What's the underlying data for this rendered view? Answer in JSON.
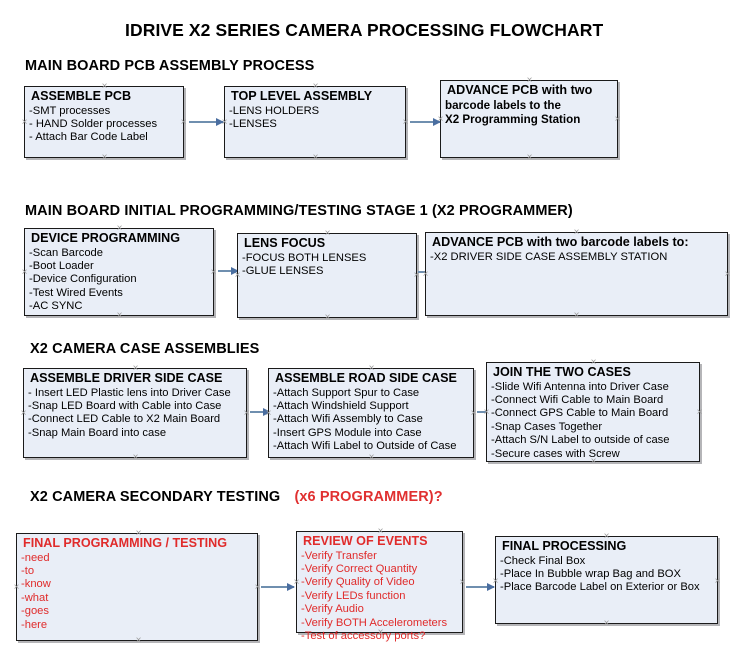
{
  "page": {
    "title": "IDRIVE X2  SERIES CAMERA PROCESSING FLOWCHART",
    "accent_color": "#e02b2b",
    "box_fill": "#e9eef7",
    "arrow_color": "#6f8faf"
  },
  "sections": [
    {
      "id": "main-board-pcb-assembly-process",
      "heading": "MAIN BOARD PCB ASSEMBLY PROCESS",
      "heading_accent": "",
      "boxes": [
        {
          "id": "assemble-pcb",
          "title": "ASSEMBLE PCB",
          "lines": [
            "-SMT processes",
            "- HAND Solder processes",
            "- Attach Bar Code Label"
          ]
        },
        {
          "id": "top-level-assembly",
          "title": "TOP LEVEL ASSEMBLY",
          "lines": [
            "-LENS HOLDERS",
            "-LENSES"
          ]
        },
        {
          "id": "advance-pcb-to-x2-programming-station",
          "title": "ADVANCE PCB with two",
          "lines": [
            "barcode labels to the",
            " X2 Programming Station"
          ]
        }
      ]
    },
    {
      "id": "main-board-initial-programming-testing-stage-1",
      "heading": "MAIN BOARD INITIAL PROGRAMMING/TESTING STAGE 1 (X2 PROGRAMMER)",
      "heading_accent": "",
      "boxes": [
        {
          "id": "device-programming",
          "title": "DEVICE PROGRAMMING",
          "lines": [
            "-Scan Barcode",
            "-Boot Loader",
            "-Device Configuration",
            "-Test Wired Events",
            "-AC SYNC"
          ]
        },
        {
          "id": "lens-focus",
          "title": "LENS FOCUS",
          "lines": [
            "-FOCUS BOTH LENSES",
            "-GLUE LENSES"
          ]
        },
        {
          "id": "advance-pcb-to-driver-side-case-assembly",
          "title": "ADVANCE PCB with two barcode labels to:",
          "lines": [
            "-X2 DRIVER  SIDE  CASE  ASSEMBLY STATION"
          ]
        }
      ]
    },
    {
      "id": "x2-camera-case-assemblies",
      "heading": "X2 CAMERA CASE ASSEMBLIES",
      "heading_accent": "",
      "boxes": [
        {
          "id": "assemble-driver-side-case",
          "title": "ASSEMBLE DRIVER SIDE CASE",
          "lines": [
            "- Insert LED Plastic lens into Driver Case",
            "-Snap LED Board with Cable into Case",
            "-Connect LED Cable to X2 Main Board",
            "-Snap Main Board into case"
          ]
        },
        {
          "id": "assemble-road-side-case",
          "title": "ASSEMBLE ROAD SIDE CASE",
          "lines": [
            "-Attach Support Spur to Case",
            "-Attach Windshield Support",
            "-Attach Wifi Assembly to Case",
            "-Insert GPS Module into Case",
            "-Attach Wifi Label to Outside of Case"
          ]
        },
        {
          "id": "join-the-two-cases",
          "title": "JOIN THE TWO CASES",
          "lines": [
            "-Slide Wifi Antenna into Driver Case",
            "-Connect Wifi Cable to Main Board",
            "-Connect GPS Cable to Main Board",
            "-Snap Cases Together",
            "-Attach S/N Label to outside of case",
            "-Secure cases with Screw"
          ]
        }
      ]
    },
    {
      "id": "x2-camera-secondary-testing",
      "heading": "X2 CAMERA SECONDARY TESTING",
      "heading_accent": "(x6 PROGRAMMER)?",
      "boxes": [
        {
          "id": "final-programming-testing",
          "title": "FINAL PROGRAMMING / TESTING",
          "lines": [
            "-need",
            "-to",
            "-know",
            "-what",
            "-goes",
            "-here"
          ]
        },
        {
          "id": "review-of-events",
          "title": "REVIEW OF EVENTS",
          "lines": [
            "-Verify Transfer",
            "-Verify Correct Quantity",
            "-Verify Quality of Video",
            "-Verify LEDs function",
            "-Verify Audio",
            "-Verify BOTH Accelerometers",
            "-Test of accessory ports?"
          ]
        },
        {
          "id": "final-processing",
          "title": "FINAL PROCESSING",
          "lines": [
            " -Check Final Box",
            "-Place In Bubble wrap Bag and BOX",
            "-Place Barcode Label on Exterior or Box"
          ]
        }
      ]
    }
  ]
}
